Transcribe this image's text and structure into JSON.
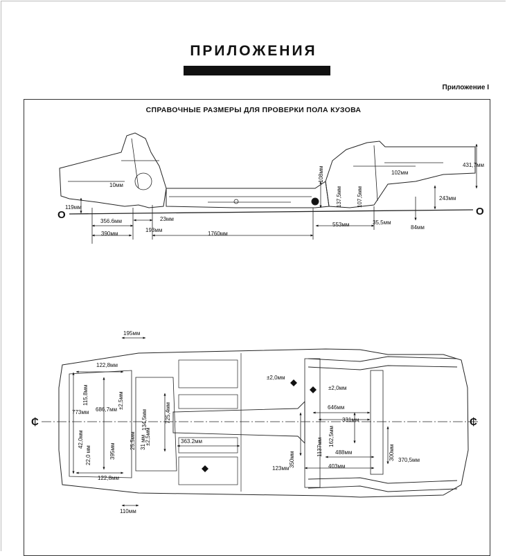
{
  "page": {
    "heading": "ПРИЛОЖЕНИЯ",
    "appendix_number": "Приложение I",
    "diagram_title": "СПРАВОЧНЫЕ РАЗМЕРЫ ДЛЯ ПРОВЕРКИ ПОЛА КУЗОВА"
  },
  "side_view": {
    "datum_left": "O",
    "datum_right": "O",
    "dimensions": {
      "d_10": "10мм",
      "d_108": "108мм",
      "d_102": "102мм",
      "d_431_7": "431,7мм",
      "d_137_5": "137,5мм",
      "d_107_5": "107,5мм",
      "d_243": "243мм",
      "d_119": "119мм",
      "d_356_6": "356.6мм",
      "d_23": "23мм",
      "d_193": "193мм",
      "d_390": "390мм",
      "d_1760": "1760мм",
      "d_553": "553мм",
      "d_35_5": "35,5мм",
      "d_84": "84мм"
    }
  },
  "plan_view": {
    "centerline_left": "₵",
    "centerline_right": "₵",
    "dimensions": {
      "d_195": "195мм",
      "d_122_8_top": "122,8мм",
      "d_115_8": "115,8мм",
      "d_773": "773мм",
      "d_686_7": "686,7мм",
      "d_2_5_a": "±2,5мм",
      "d_134_5": "134,5мм",
      "d_725_4": "725,4мм",
      "d_42": "42,0мм",
      "d_22": "22,0 мм",
      "d_395": "395мм",
      "d_25_5": "25,5мм",
      "d_31": "31 мм",
      "d_2_5_b": "±2,5мм",
      "d_363_2": "363.2мм",
      "d_122_8_bottom": "122,8мм",
      "d_110": "110мм",
      "d_pm2_a": "±2,0мм",
      "d_pm2_b": "±2,0мм",
      "d_646": "646мм",
      "d_331": "331мм",
      "d_1137": "1137мм",
      "d_162_5": "162,5мм",
      "d_350": "350мм",
      "d_488": "488мм",
      "d_403": "403мм",
      "d_123": "123мм",
      "d_300": "300мм",
      "d_370_5": "370,5мм"
    }
  }
}
